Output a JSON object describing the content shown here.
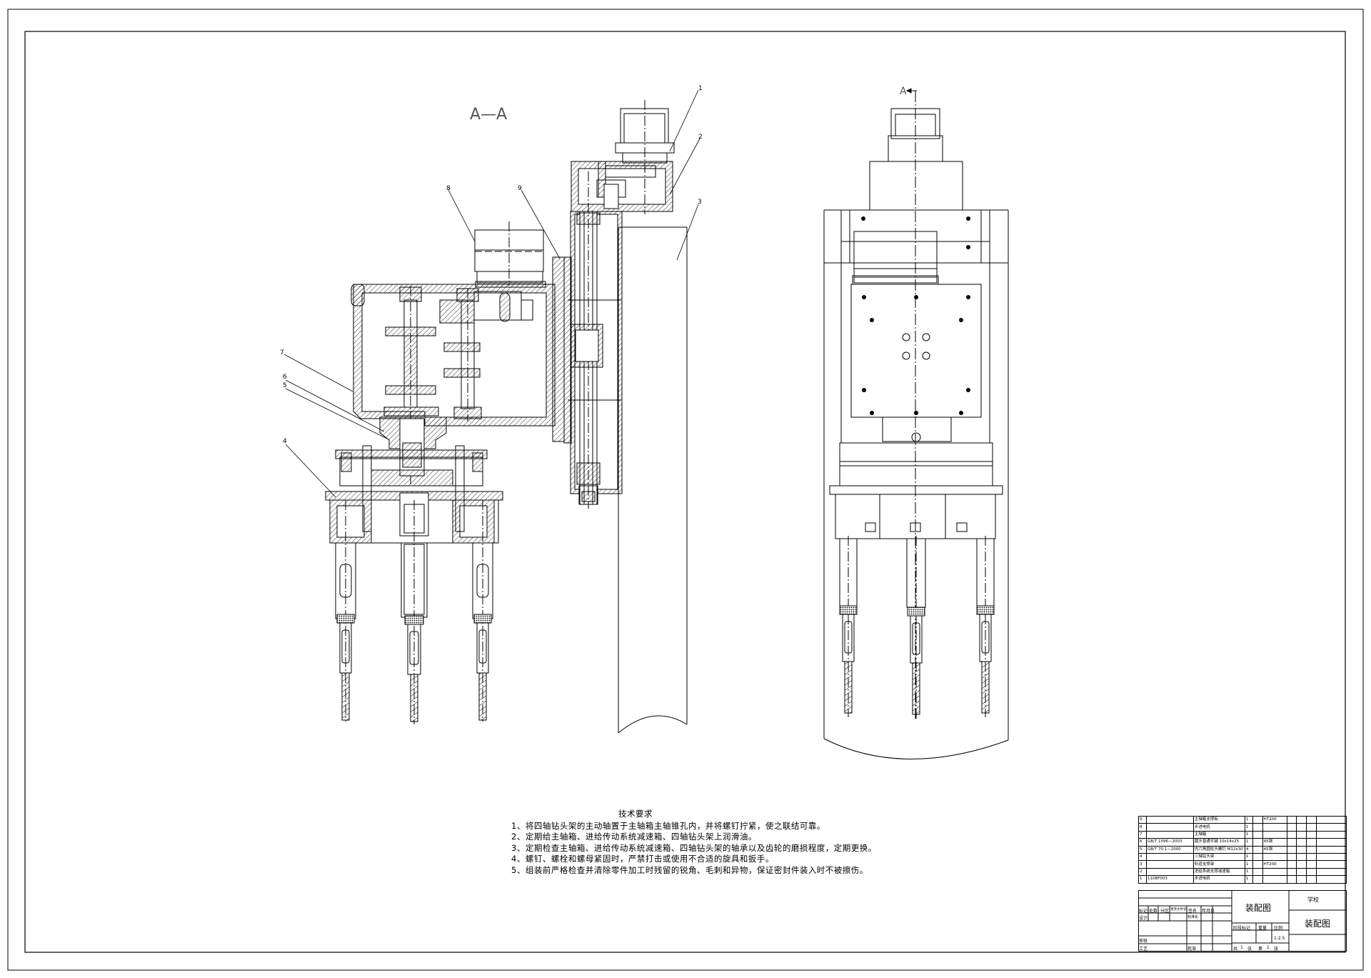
{
  "section_label": "A—A",
  "view_arrow_label": "A",
  "callouts": [
    "1",
    "2",
    "3",
    "4",
    "5",
    "6",
    "7",
    "8",
    "9"
  ],
  "tech_requirements": {
    "title": "技术要求",
    "items": [
      "1、将四轴钻头架的主动轴置于主轴箱主轴锥孔内，并将螺钉拧紧，使之联结可靠。",
      "2、定期给主轴箱、进给传动系统减速箱、四轴钻头架上润滑油。",
      "3、定期检查主轴箱、进给传动系统减速箱、四轴钻头架的轴承以及齿轮的磨损程度，定期更换。",
      "4、螺钉、螺栓和螺母紧固时，严禁打击或使用不合适的旋具和扳手。",
      "5、组装前严格检查并清除零件加工时残留的锐角、毛刺和异物，保证密封件装入时不被擦伤。"
    ]
  },
  "bom_rows": [
    {
      "no": "9",
      "code": "",
      "name": "主轴箱支撑板",
      "qty": "1",
      "material": "HT200"
    },
    {
      "no": "8",
      "code": "",
      "name": "步进电机",
      "qty": "1",
      "material": ""
    },
    {
      "no": "7",
      "code": "",
      "name": "主轴箱",
      "qty": "1",
      "material": ""
    },
    {
      "no": "6",
      "code": "GB/T 1096—2003",
      "name": "圆头普通平键 10x14x25",
      "qty": "1",
      "material": "45钢"
    },
    {
      "no": "5",
      "code": "GB/T 70.1—2000",
      "name": "内六角圆柱头螺钉 M12x30",
      "qty": "4",
      "material": "45钢"
    },
    {
      "no": "4",
      "code": "",
      "name": "三轴钻头架",
      "qty": "1",
      "material": ""
    },
    {
      "no": "3",
      "code": "",
      "name": "轨道支撑架",
      "qty": "1",
      "material": "HT200"
    },
    {
      "no": "2",
      "code": "",
      "name": "进给系统支撑减速箱",
      "qty": "1",
      "material": ""
    },
    {
      "no": "1",
      "code": "110BF003",
      "name": "步进电机",
      "qty": "1",
      "material": ""
    }
  ],
  "title_block": {
    "drawing_name": "装配图",
    "school": "学校",
    "drawing_title": "装配图",
    "scale": "1:2.5",
    "header_cells": [
      "标记",
      "处数",
      "分区",
      "更改文件号",
      "签名",
      "年月日"
    ],
    "row_labels": [
      "设计",
      "标准化",
      "审核",
      "工艺",
      "批准"
    ],
    "stage_cells": [
      "阶段标记",
      "重量",
      "比例"
    ],
    "sheets": [
      "共",
      "1",
      "张",
      "第",
      "1",
      "张"
    ]
  }
}
